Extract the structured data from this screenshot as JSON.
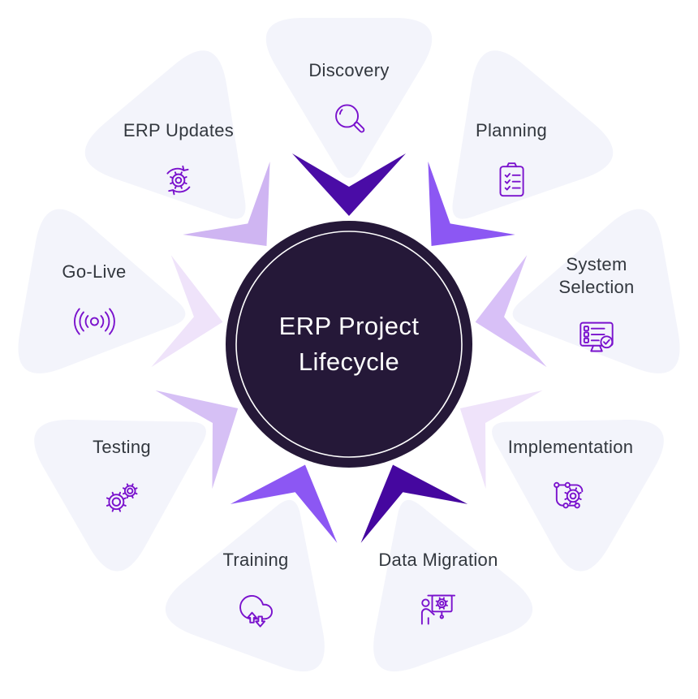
{
  "center": {
    "title": "ERP Project Lifecycle"
  },
  "petals": [
    {
      "id": "discovery",
      "label": "Discovery",
      "icon": "search-icon",
      "chevron_color": "#4a0ca6"
    },
    {
      "id": "planning",
      "label": "Planning",
      "icon": "clipboard-checklist-icon",
      "chevron_color": "#8c57f3"
    },
    {
      "id": "system-selection",
      "label": "System Selection",
      "icon": "monitor-checklist-icon",
      "chevron_color": "#d8c0f7"
    },
    {
      "id": "implementation",
      "label": "Implementation",
      "icon": "process-flow-gear-icon",
      "chevron_color": "#efe3fa"
    },
    {
      "id": "data-migration",
      "label": "Data Migration",
      "icon": "presentation-gear-icon",
      "chevron_color": "#45079f"
    },
    {
      "id": "training",
      "label": "Training",
      "icon": "cloud-transfer-icon",
      "chevron_color": "#8c57f3"
    },
    {
      "id": "testing",
      "label": "Testing",
      "icon": "gears-icon",
      "chevron_color": "#d6c0f5"
    },
    {
      "id": "go-live",
      "label": "Go-Live",
      "icon": "broadcast-icon",
      "chevron_color": "#efe3fa"
    },
    {
      "id": "erp-updates",
      "label": "ERP Updates",
      "icon": "sync-gear-icon",
      "chevron_color": "#cfb5f2"
    }
  ],
  "colors": {
    "petal_fill": "#f3f4fb",
    "center_fill": "#251838",
    "center_ring": "#ffffff",
    "icon_stroke": "#7a12cd",
    "label_color": "#32373e",
    "center_text": "#ffffff"
  }
}
